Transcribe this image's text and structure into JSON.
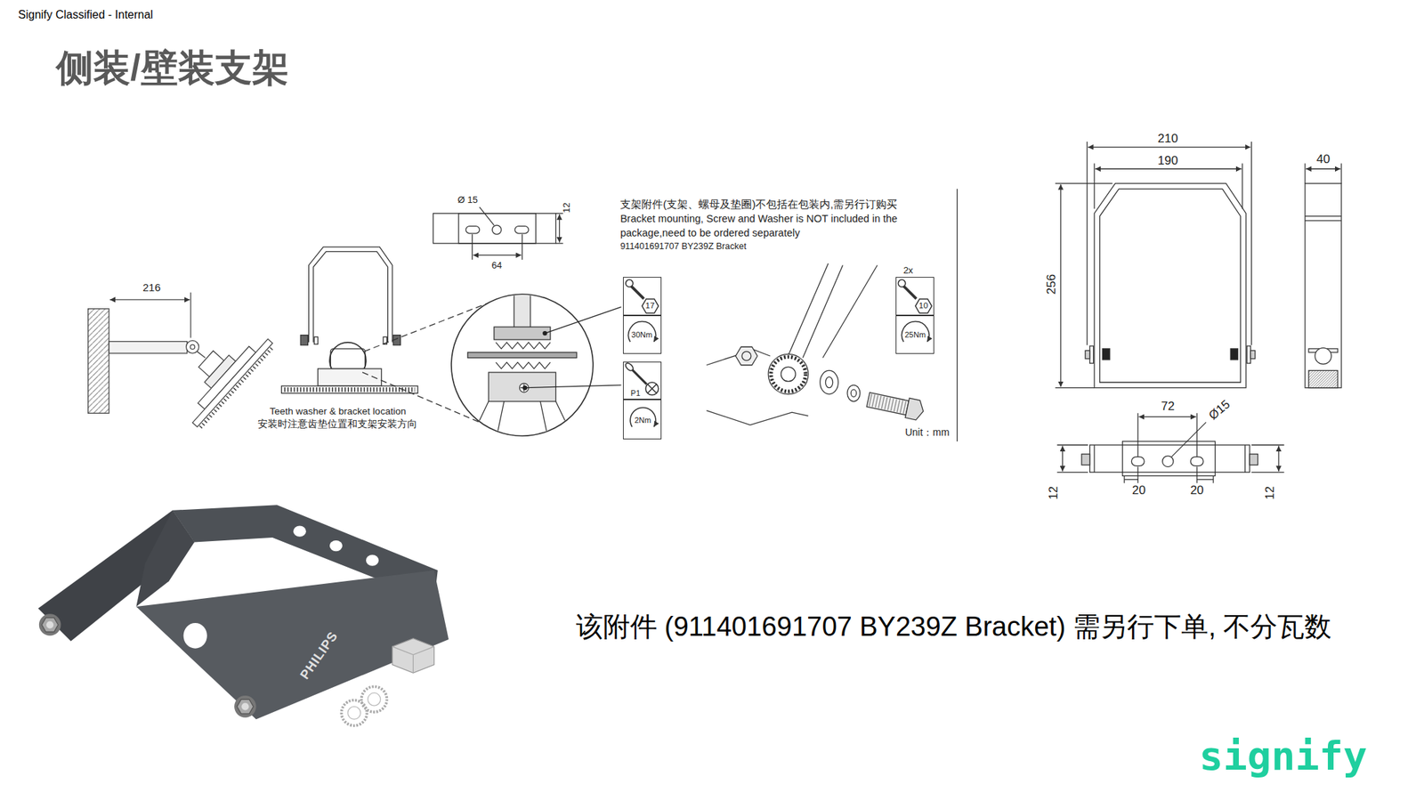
{
  "diagram": {
    "title": "侧装/壁装支架",
    "nodes": [
      {
        "text": [
          "17"
        ]
      },
      {
        "text": [
          "30Nm"
        ]
      },
      {
        "text": [
          "P1"
        ]
      },
      {
        "text": [
          "2Nm"
        ]
      },
      {
        "text": [
          "10"
        ]
      },
      {
        "text": [
          "25Nm"
        ]
      }
    ],
    "labels": [
      "Signify Classified - Internal",
      "216",
      "Teeth washer & bracket location",
      "安装时注意齿垫位置和支架安装方向",
      "Ø 15",
      "12",
      "64",
      "支架附件(支架、螺母及垫圈)不包括在包装内,需另行订购买",
      "Bracket mounting, Screw and Washer is NOT included in the package,need to be ordered separately",
      "911401691707 BY239Z Bracket",
      "2x",
      "Unit：mm",
      "210",
      "190",
      "40",
      "256",
      "72",
      "Ø15",
      "12",
      "20",
      "20",
      "12",
      "PHILIPS",
      "该附件 (911401691707 BY239Z Bracket) 需另行下单, 不分瓦数",
      "signify"
    ]
  }
}
